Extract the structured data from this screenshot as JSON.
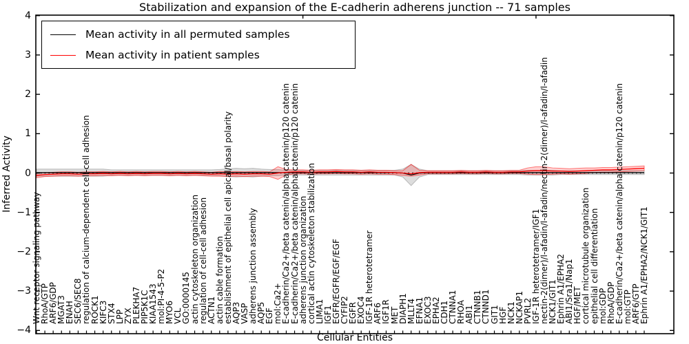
{
  "title": "Stabilization and expansion of the E-cadherin adherens junction -- 71 samples",
  "axes": {
    "x_label": "Cellular Entities",
    "y_label": "Inferred Activity"
  },
  "legend": {
    "items": [
      {
        "label": "Mean activity in all permuted samples",
        "color": "#000000"
      },
      {
        "label": "Mean activity in patient samples",
        "color": "#ff0000"
      }
    ]
  },
  "chart_data": {
    "type": "line",
    "title": "Stabilization and expansion of the E-cadherin adherens junction -- 71 samples",
    "xlabel": "Cellular Entities",
    "ylabel": "Inferred Activity",
    "ylim": [
      -4,
      4
    ],
    "yticks": [
      4,
      3,
      2,
      1,
      0,
      -1,
      -2,
      -3,
      -4
    ],
    "ytick_labels": [
      "4",
      "3",
      "2",
      "1",
      "0",
      "−1",
      "−2",
      "−3",
      "−4"
    ],
    "grid": false,
    "legend_position": "upper left",
    "zero_line": 0,
    "top_tick_indices": [
      32,
      60
    ],
    "categories": [
      "Wnt receptor signaling pathway",
      "RhoA/GTP",
      "ARF6/GDP",
      "MGAT3",
      "ENAH",
      "SEC6/SEC8",
      "regulation of calcium-dependent cell-cell adhesion",
      "ROCK1",
      "KIFC3",
      "STX4",
      "LPP",
      "ZYX",
      "PLEKHA7",
      "PIP5K1C",
      "KIAA1543",
      "mol:PI-4-5-P2",
      "MYO6",
      "VCL",
      "GO:0000145",
      "actin cytoskeleton organization",
      "regulation of cell-cell adhesion",
      "ACTN1",
      "actin cable formation",
      "establishment of epithelial cell apical/basal polarity",
      "AQP3",
      "VASP",
      "adherens junction assembly",
      "AQP5",
      "EGF",
      "mol:Ca2+",
      "E-cadherin/Ca2+/beta catenin/alpha catenin/p120 catenin",
      "E-cadherin/Ca2+/beta catenin/alpha catenin/p120 catenin",
      "adherens junction organization",
      "cortical actin cytoskeleton stabilization",
      "LIMA1",
      "IGF1",
      "EGFR/EGFR/EGF/EGF",
      "CYFIP2",
      "EGFR",
      "EXOC4",
      "IGF-1R heterotetramer",
      "ARF6",
      "IGF1R",
      "MET",
      "DIAPH1",
      "MLLT4",
      "EFNA1",
      "EXOC3",
      "EPHA2",
      "CDH1",
      "CTNNA1",
      "RHOA",
      "ABI1",
      "CTNNB1",
      "CTNND1",
      "GIT1",
      "HGF",
      "NCK1",
      "NCKAP1",
      "PVRL2",
      "IGF-1R heterotetramer/IGF1",
      "nectin-2(dimer)/l-afadin/l-afadin/nectin-2(dimer)/l-afadin/l-afadin",
      "NCK1/GIT1",
      "Ephrin A1/EPHA2",
      "ABI1/Sra1/Nap1",
      "HGF/MET",
      "cortical microtubule organization",
      "epithelial cell differentiation",
      "mol:GDP",
      "RhoA/GDP",
      "E-cadherin/Ca2+/beta catenin/alpha catenin/p120 catenin",
      "mol:GTP",
      "ARF6/GTP",
      "Ephrin A1/EPHA2/NCK1/GIT1"
    ],
    "series": [
      {
        "name": "Mean activity in all permuted samples",
        "color": "#000000",
        "band_fill": "rgba(120,120,120,0.25)",
        "band_edge": "rgba(120,120,120,0.45)",
        "values": [
          0.01,
          0.01,
          0.01,
          0.01,
          0.01,
          0.01,
          0.01,
          0.01,
          0.01,
          0.01,
          0.01,
          0.01,
          0.01,
          0.01,
          0.01,
          0.01,
          0.01,
          0.01,
          0.01,
          0.01,
          0.01,
          0.01,
          0.01,
          0.01,
          0.01,
          0.01,
          0.01,
          0.01,
          0.01,
          0.01,
          0.01,
          0.01,
          0.01,
          0.01,
          0.01,
          0.01,
          0.01,
          0.01,
          0.01,
          0.01,
          0.01,
          0.01,
          0.01,
          0.01,
          0,
          -0.05,
          0,
          0.01,
          0.01,
          0.01,
          0.01,
          0.01,
          0.01,
          0.01,
          0.01,
          0.01,
          0.01,
          0.01,
          0.01,
          0.01,
          0.01,
          0.01,
          0.01,
          0.01,
          0.01,
          0.01,
          0.01,
          0.01,
          0.01,
          0.01,
          0.01,
          0.01,
          0.01,
          0.01
        ],
        "band": [
          0.09,
          0.09,
          0.09,
          0.09,
          0.09,
          0.09,
          0.09,
          0.09,
          0.09,
          0.07,
          0.07,
          0.07,
          0.07,
          0.07,
          0.07,
          0.07,
          0.07,
          0.07,
          0.07,
          0.07,
          0.07,
          0.07,
          0.08,
          0.1,
          0.11,
          0.1,
          0.11,
          0.09,
          0.08,
          0.08,
          0.06,
          0.06,
          0.06,
          0.06,
          0.06,
          0.06,
          0.06,
          0.06,
          0.06,
          0.06,
          0.06,
          0.06,
          0.06,
          0.06,
          0.1,
          0.27,
          0.1,
          0.05,
          0.05,
          0.05,
          0.05,
          0.05,
          0.05,
          0.05,
          0.05,
          0.05,
          0.05,
          0.05,
          0.05,
          0.06,
          0.06,
          0.06,
          0.06,
          0.05,
          0.05,
          0.05,
          0.05,
          0.05,
          0.05,
          0.05,
          0.05,
          0.05,
          0.05,
          0.05
        ]
      },
      {
        "name": "Mean activity in patient samples",
        "color": "#ff0000",
        "band_fill": "rgba(255,0,0,0.18)",
        "band_edge": "rgba(255,0,0,0.5)",
        "values": [
          -0.06,
          -0.04,
          -0.03,
          -0.02,
          -0.02,
          -0.03,
          -0.02,
          -0.02,
          -0.01,
          -0.02,
          -0.01,
          -0.02,
          -0.01,
          -0.02,
          -0.01,
          -0.01,
          -0.02,
          -0.01,
          -0.02,
          -0.01,
          -0.02,
          -0.03,
          -0.02,
          -0.03,
          -0.02,
          -0.03,
          -0.02,
          -0.02,
          -0.03,
          0,
          0.02,
          0.03,
          0.03,
          0.02,
          0.03,
          0.03,
          0.04,
          0.03,
          0.03,
          0.02,
          0.03,
          0.02,
          0.02,
          0.01,
          0,
          -0.02,
          0.01,
          0.02,
          0.02,
          0.02,
          0.02,
          0.03,
          0.02,
          0.02,
          0.03,
          0.02,
          0.02,
          0.03,
          0.03,
          0.05,
          0.06,
          0.06,
          0.05,
          0.05,
          0.04,
          0.05,
          0.06,
          0.07,
          0.08,
          0.08,
          0.09,
          0.1,
          0.11,
          0.12
        ],
        "band_upper": [
          0.06,
          0.05,
          0.05,
          0.05,
          0.05,
          0.05,
          0.05,
          0.05,
          0.05,
          0.05,
          0.05,
          0.05,
          0.05,
          0.05,
          0.05,
          0.05,
          0.05,
          0.05,
          0.05,
          0.05,
          0.05,
          0.05,
          0.06,
          0.06,
          0.06,
          0.06,
          0.06,
          0.06,
          0.06,
          0.16,
          0.07,
          0.05,
          0.05,
          0.05,
          0.05,
          0.05,
          0.05,
          0.05,
          0.05,
          0.05,
          0.05,
          0.05,
          0.05,
          0.05,
          0.06,
          0.24,
          0.06,
          0.04,
          0.04,
          0.04,
          0.04,
          0.04,
          0.04,
          0.04,
          0.04,
          0.04,
          0.04,
          0.04,
          0.04,
          0.08,
          0.1,
          0.1,
          0.08,
          0.07,
          0.07,
          0.07,
          0.07,
          0.06,
          0.06,
          0.06,
          0.06,
          0.06,
          0.06,
          0.06
        ],
        "band_lower": [
          0.06,
          0.05,
          0.05,
          0.05,
          0.05,
          0.05,
          0.05,
          0.05,
          0.05,
          0.05,
          0.05,
          0.05,
          0.05,
          0.05,
          0.05,
          0.05,
          0.05,
          0.05,
          0.05,
          0.05,
          0.05,
          0.05,
          0.06,
          0.06,
          0.06,
          0.06,
          0.06,
          0.06,
          0.06,
          0.16,
          0.07,
          0.05,
          0.05,
          0.05,
          0.05,
          0.05,
          0.05,
          0.05,
          0.05,
          0.05,
          0.05,
          0.05,
          0.05,
          0.05,
          0.06,
          0.06,
          0.06,
          0.04,
          0.04,
          0.04,
          0.04,
          0.04,
          0.04,
          0.04,
          0.04,
          0.04,
          0.04,
          0.04,
          0.04,
          0.08,
          0.1,
          0.1,
          0.08,
          0.07,
          0.07,
          0.07,
          0.07,
          0.06,
          0.06,
          0.06,
          0.06,
          0.06,
          0.06,
          0.06
        ]
      }
    ]
  }
}
